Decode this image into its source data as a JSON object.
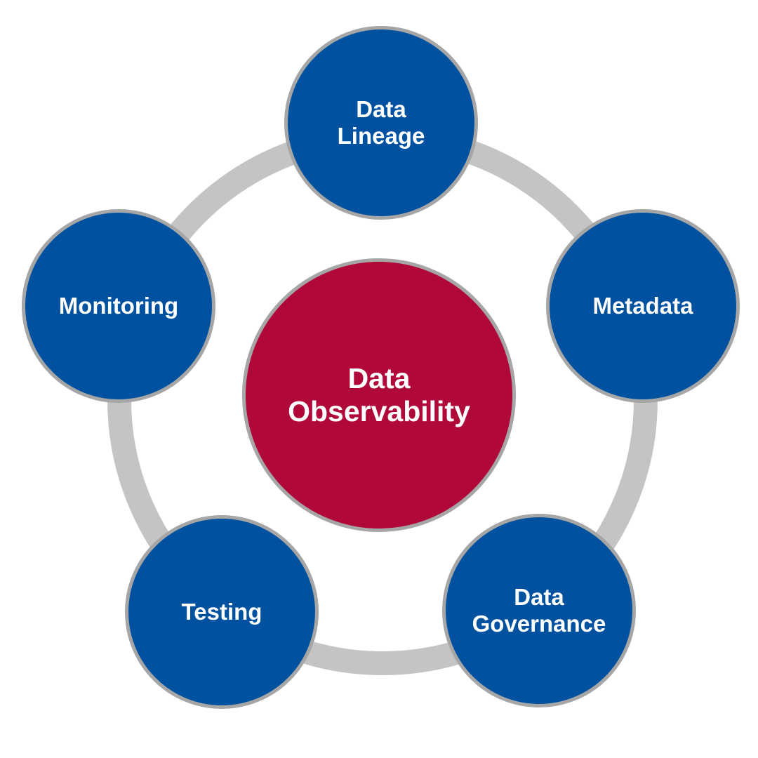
{
  "colors": {
    "ring": "#c4c4c4",
    "node_fill": "#0052a0",
    "center_fill": "#b00838",
    "node_border": "#a6a6a6",
    "text": "#ffffff"
  },
  "center": {
    "label": "Data\nObservability"
  },
  "nodes": [
    {
      "label": "Data\nLineage"
    },
    {
      "label": "Metadata"
    },
    {
      "label": "Data\nGovernance"
    },
    {
      "label": "Testing"
    },
    {
      "label": "Monitoring"
    }
  ]
}
